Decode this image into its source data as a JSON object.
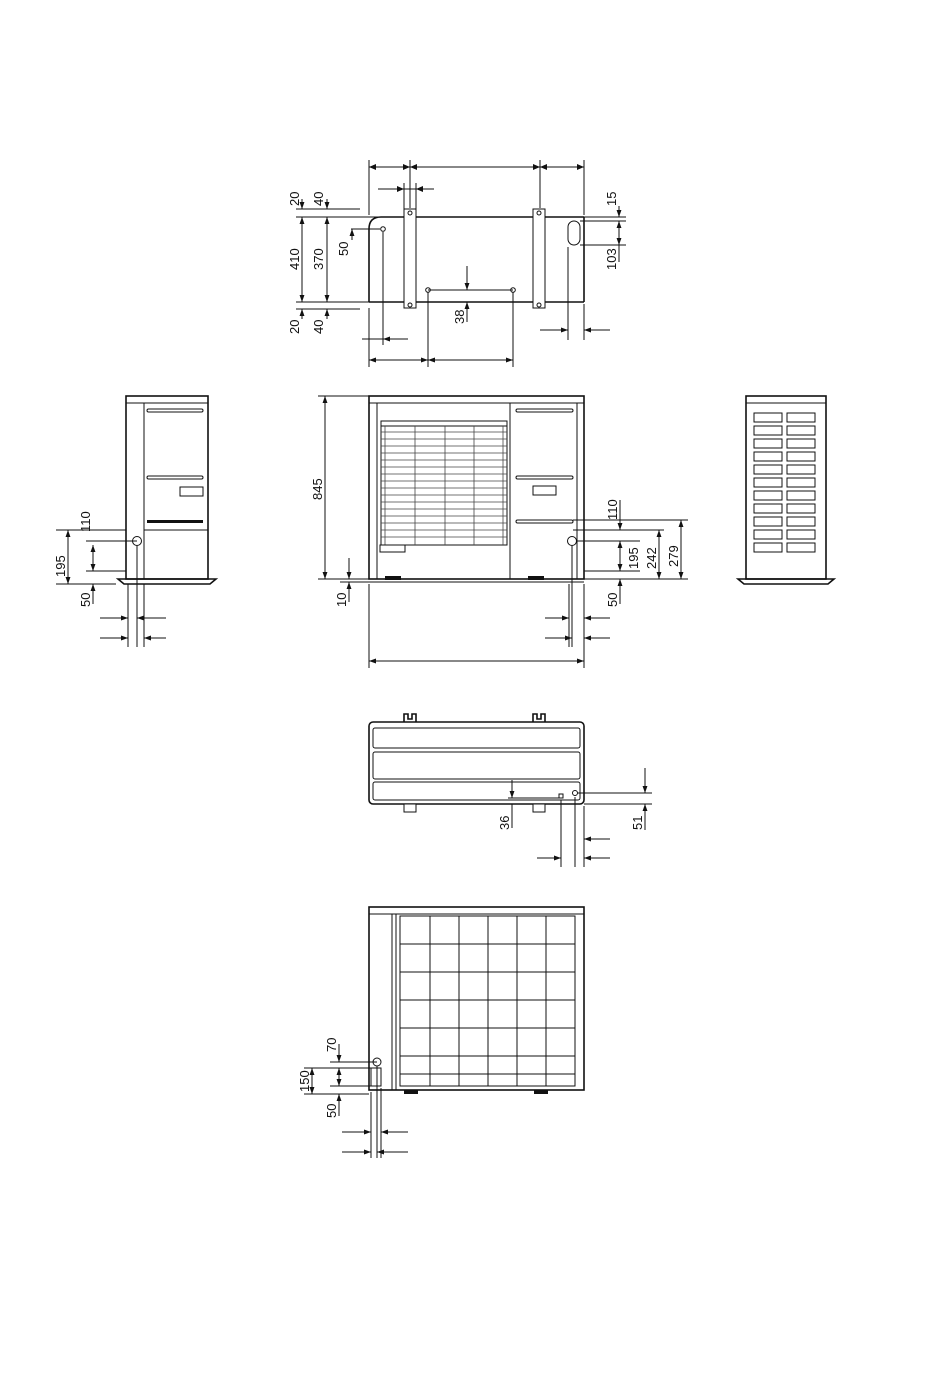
{
  "dimensions": {
    "top_view": {
      "d20_top": "20",
      "d40_top": "40",
      "d410": "410",
      "d370": "370",
      "d50": "50",
      "d20_bottom": "20",
      "d40_bottom": "40",
      "d38": "38",
      "d15": "15",
      "d103": "103"
    },
    "side_left": {
      "d110": "110",
      "d195": "195",
      "d50": "50"
    },
    "front_view": {
      "d845": "845",
      "d10": "10",
      "d110": "110",
      "d195": "195",
      "d242": "242",
      "d279": "279",
      "d50": "50"
    },
    "bottom_view": {
      "d36": "36",
      "d51": "51"
    },
    "rear_view": {
      "d70": "70",
      "d150": "150",
      "d50": "50"
    }
  }
}
